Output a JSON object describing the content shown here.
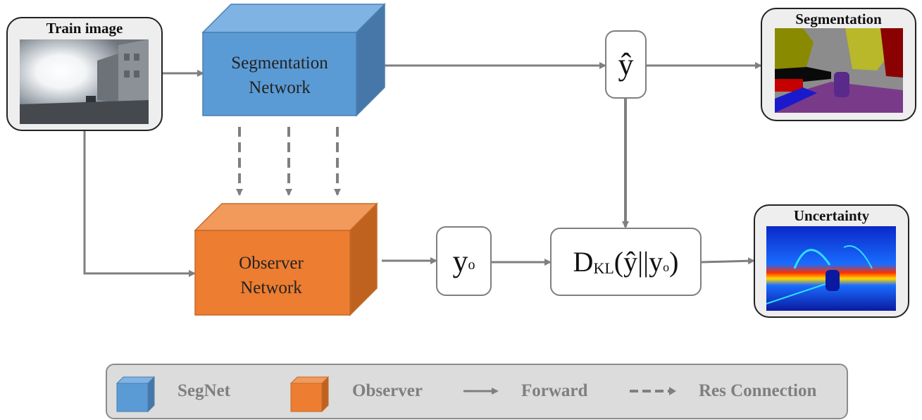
{
  "colors": {
    "segnet_front": "#5b9bd5",
    "segnet_top": "#7fb3e3",
    "segnet_side": "#4677a8",
    "observer_front": "#ed7d31",
    "observer_top": "#f29a5c",
    "observer_side": "#c0621f",
    "arrow": "#7f7f7f"
  },
  "inputs": {
    "train_image_title": "Train image"
  },
  "networks": {
    "segmentation": {
      "line1": "Segmentation",
      "line2": "Network"
    },
    "observer": {
      "line1": "Observer",
      "line2": "Network"
    }
  },
  "nodes": {
    "y_hat": "ŷ",
    "y_o_main": "y",
    "y_o_sub": "o",
    "kl_d": "D",
    "kl_sub": "KL",
    "kl_open": "(ŷ||y",
    "kl_inner_sub": "o",
    "kl_close": ")"
  },
  "outputs": {
    "segmentation_title": "Segmentation",
    "uncertainty_title": "Uncertainty"
  },
  "legend": {
    "segnet": "SegNet",
    "observer": "Observer",
    "forward": "Forward",
    "res_connection": "Res Connection"
  }
}
